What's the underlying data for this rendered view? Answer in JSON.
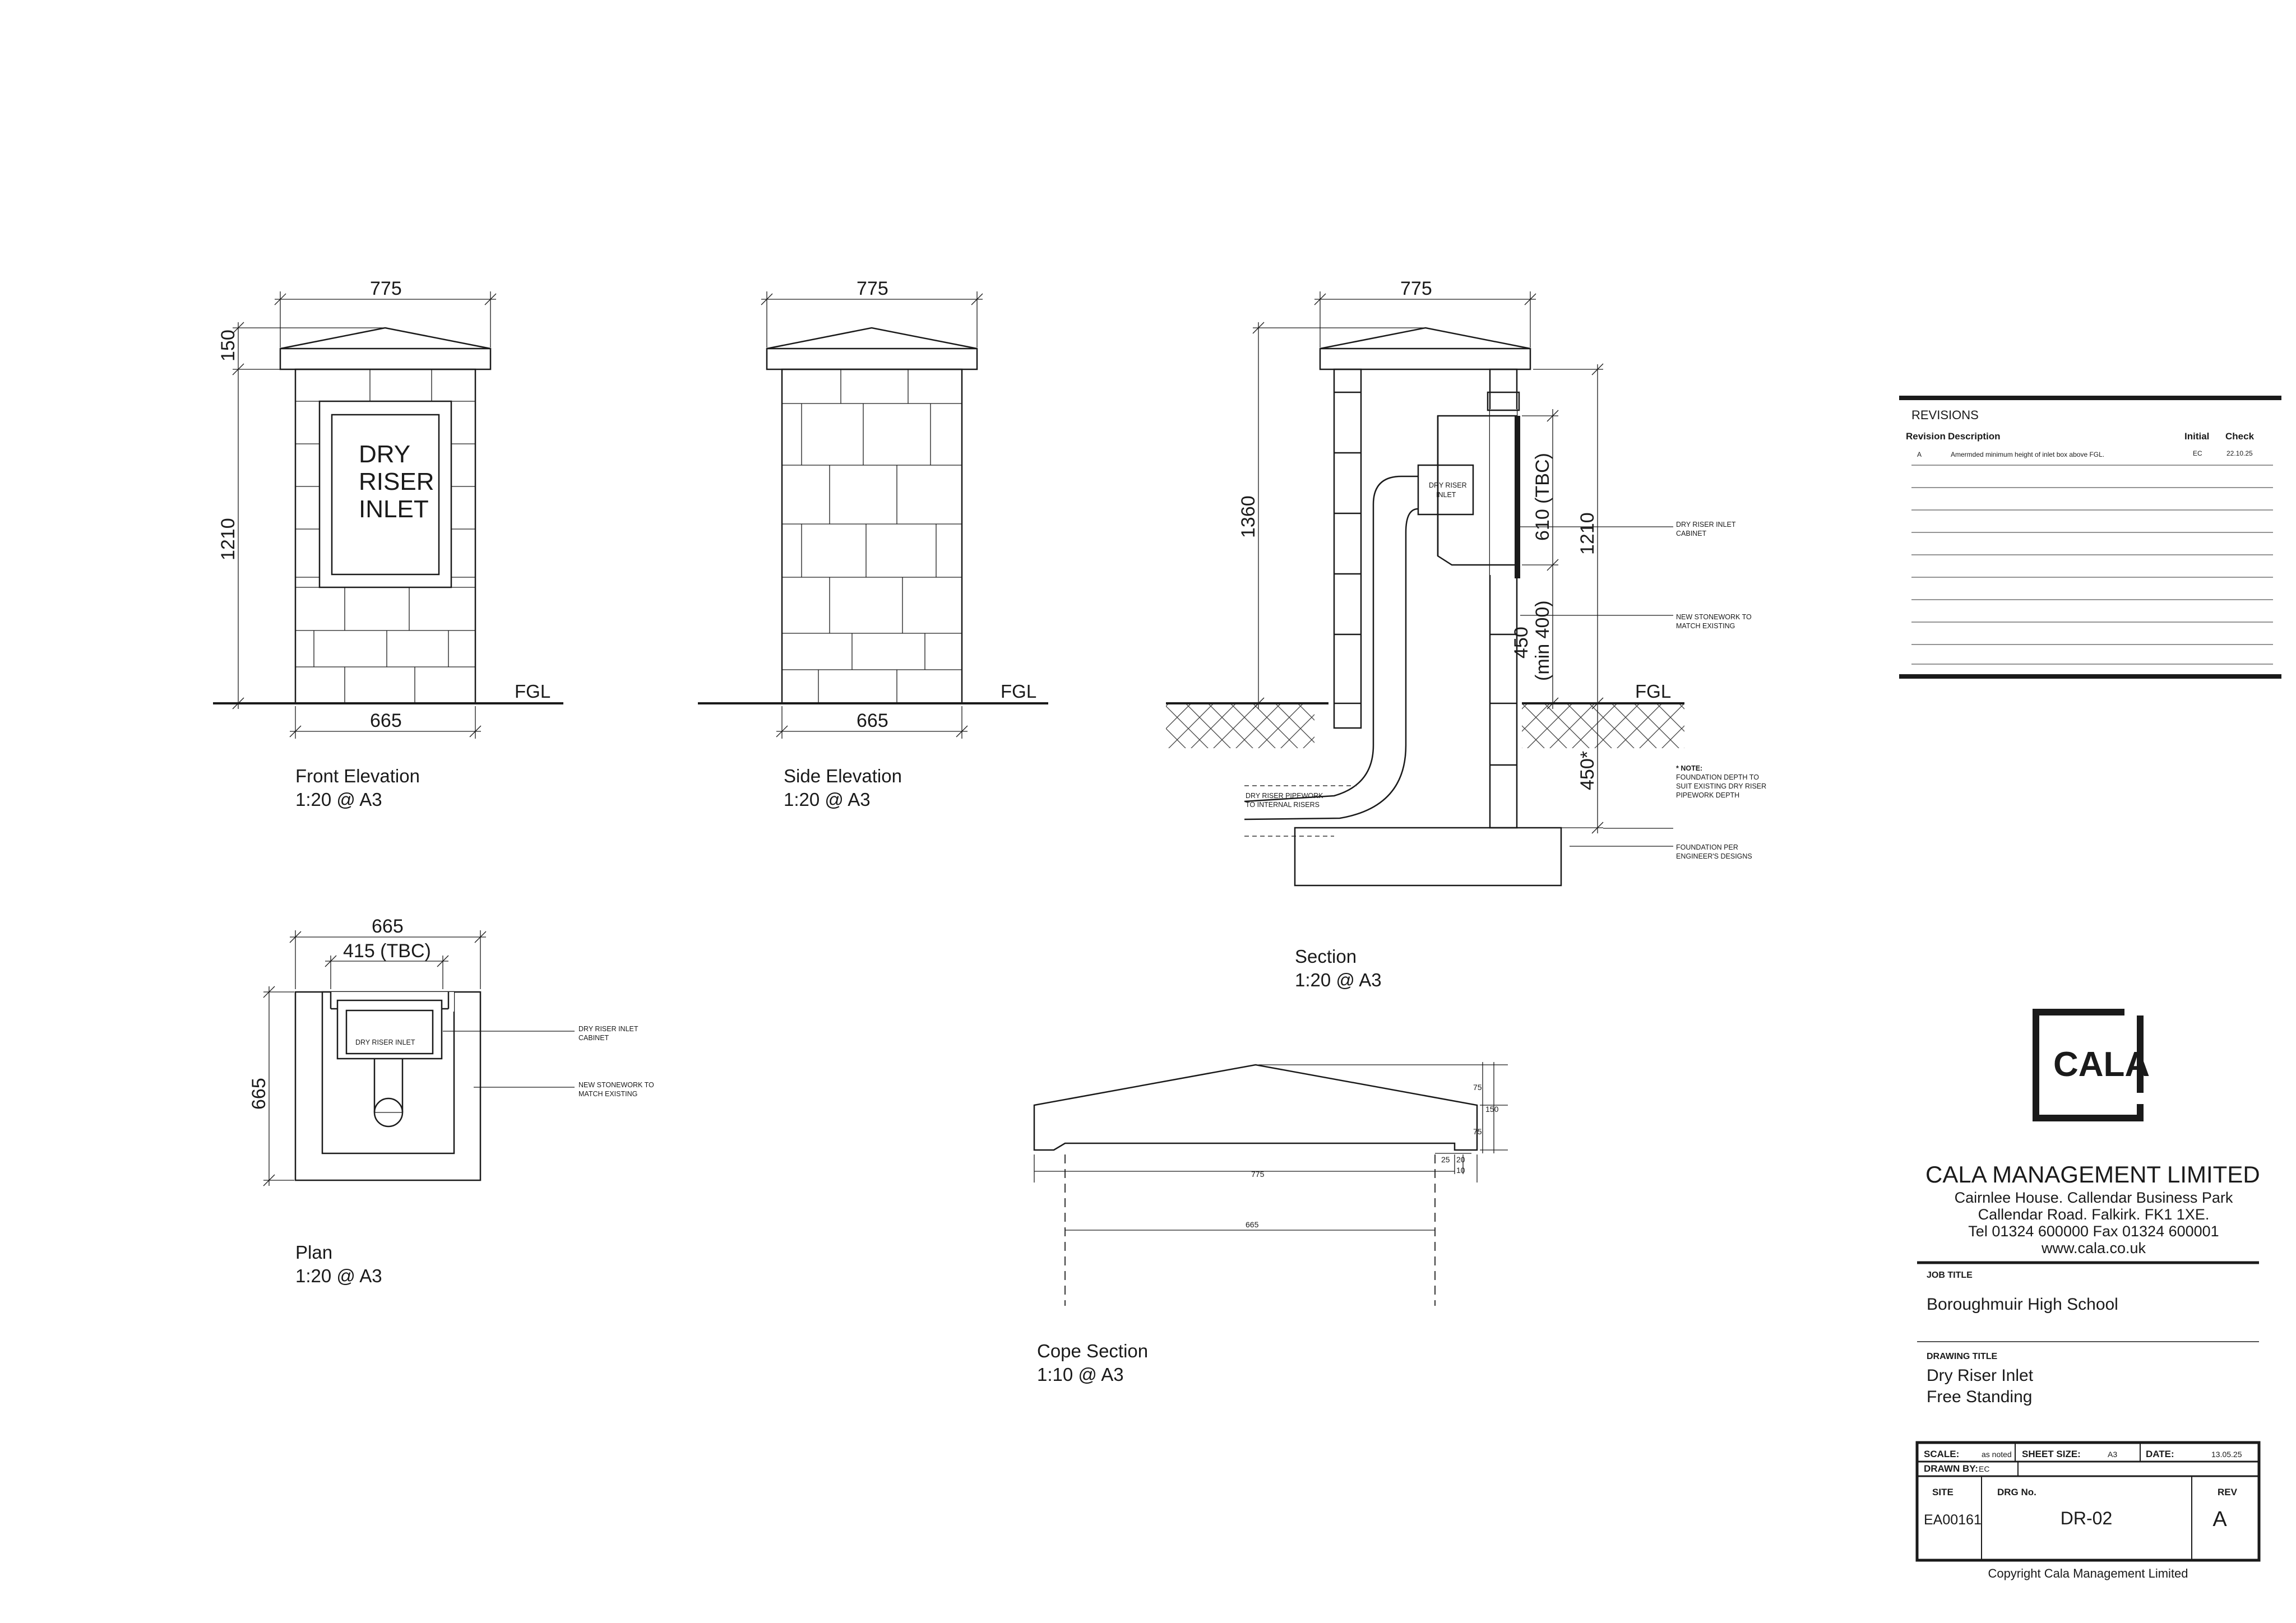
{
  "views": {
    "front_elevation": {
      "title": "Front Elevation",
      "scale": "1:20 @ A3",
      "dims": {
        "top_width": "775",
        "bottom_width": "665",
        "cope_height": "150",
        "pier_height": "1210"
      },
      "ground_label": "FGL",
      "cabinet_text": [
        "DRY",
        "RISER",
        "INLET"
      ]
    },
    "side_elevation": {
      "title": "Side Elevation",
      "scale": "1:20 @ A3",
      "dims": {
        "top_width": "775",
        "bottom_width": "665"
      },
      "ground_label": "FGL"
    },
    "section": {
      "title": "Section",
      "scale": "1:20 @ A3",
      "dims": {
        "top_width": "775",
        "overall_height": "1360",
        "right_height": "1210",
        "cabinet_height": "610 (TBC)",
        "inlet_height": "450",
        "inlet_min": "(min 400)",
        "foundation_depth": "450*"
      },
      "ground_label": "FGL",
      "cabinet_label": [
        "DRY RISER",
        "INLET"
      ],
      "notes": {
        "cabinet": [
          "DRY RISER INLET",
          "CABINET"
        ],
        "stonework": [
          "NEW STONEWORK TO",
          "MATCH EXISTING"
        ],
        "depth_note": [
          "* NOTE:",
          "FOUNDATION DEPTH TO",
          "SUIT EXISTING DRY RISER",
          "PIPEWORK DEPTH"
        ],
        "foundation": [
          "FOUNDATION PER",
          "ENGINEER'S DESIGNS"
        ],
        "pipework": [
          "DRY RISER PIPEWORK",
          "TO INTERNAL RISERS"
        ]
      }
    },
    "plan": {
      "title": "Plan",
      "scale": "1:20 @ A3",
      "dims": {
        "width": "665",
        "inner_width": "415 (TBC)",
        "depth": "665"
      },
      "cabinet_label": "DRY RISER INLET",
      "notes": {
        "cabinet": [
          "DRY RISER INLET",
          "CABINET"
        ],
        "stonework": [
          "NEW STONEWORK TO",
          "MATCH EXISTING"
        ]
      }
    },
    "cope_section": {
      "title": "Cope Section",
      "scale": "1:10 @ A3",
      "dims": {
        "width": "775",
        "inner_width": "665",
        "upper": "75",
        "total": "150",
        "lower": "75",
        "drip_a": "25",
        "drip_b": "20",
        "drip_c": "10"
      }
    }
  },
  "revisions": {
    "heading": "REVISIONS",
    "columns": [
      "Revision",
      "Description",
      "Initial",
      "Check"
    ],
    "rows": [
      {
        "rev": "A",
        "description": "Amermded minimum height of inlet box above FGL.",
        "initial": "EC",
        "check": "22.10.25"
      }
    ]
  },
  "company": {
    "logo": "CALA",
    "name": "CALA MANAGEMENT LIMITED",
    "address": [
      "Cairnlee House. Callendar Business Park",
      "Callendar Road. Falkirk. FK1 1XE.",
      "Tel 01324 600000 Fax 01324 600001",
      "www.cala.co.uk"
    ]
  },
  "title_block": {
    "job_title_label": "JOB TITLE",
    "job_title": "Boroughmuir High School",
    "drawing_title_label": "DRAWING TITLE",
    "drawing_title": [
      "Dry Riser Inlet",
      "Free Standing"
    ],
    "scale_label": "SCALE:",
    "scale": "as noted",
    "sheet_size_label": "SHEET SIZE:",
    "sheet_size": "A3",
    "date_label": "DATE:",
    "date": "13.05.25",
    "drawn_by_label": "DRAWN BY:",
    "drawn_by": "EC",
    "site_label": "SITE",
    "site": "EA00161",
    "drg_no_label": "DRG No.",
    "drg_no": "DR-02",
    "rev_label": "REV",
    "rev": "A",
    "copyright": "Copyright Cala Management Limited"
  }
}
